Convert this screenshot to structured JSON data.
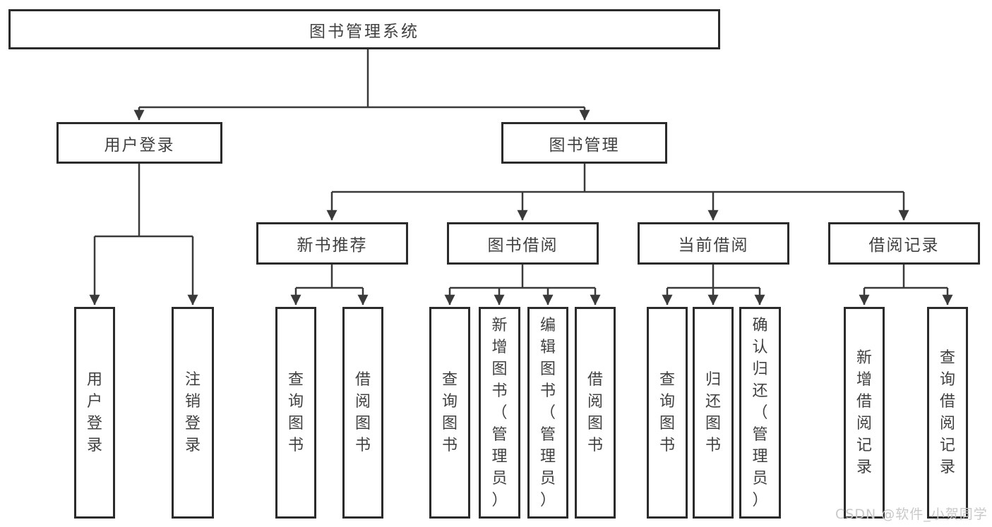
{
  "diagram_title": "图书管理系统",
  "watermark": "CSDN @软件_小贺同学",
  "colors": {
    "line": "#3a3a3a",
    "box_border": "#2b2b2b",
    "text": "#414141",
    "watermark": "#c9c9c9",
    "background": "#ffffff"
  },
  "tree": {
    "label": "图书管理系统",
    "children": [
      {
        "label": "用户登录",
        "children": [
          {
            "label": "用户登录"
          },
          {
            "label": "注销登录"
          }
        ]
      },
      {
        "label": "图书管理",
        "children": [
          {
            "label": "新书推荐",
            "children": [
              {
                "label": "查询图书"
              },
              {
                "label": "借阅图书"
              }
            ]
          },
          {
            "label": "图书借阅",
            "children": [
              {
                "label": "查询图书"
              },
              {
                "label": "新增图书（管理员）"
              },
              {
                "label": "编辑图书（管理员）"
              },
              {
                "label": "借阅图书"
              }
            ]
          },
          {
            "label": "当前借阅",
            "children": [
              {
                "label": "查询图书"
              },
              {
                "label": "归还图书"
              },
              {
                "label": "确认归还（管理员）"
              }
            ]
          },
          {
            "label": "借阅记录",
            "children": [
              {
                "label": "新增借阅记录"
              },
              {
                "label": "查询借阅记录"
              }
            ]
          }
        ]
      }
    ]
  }
}
